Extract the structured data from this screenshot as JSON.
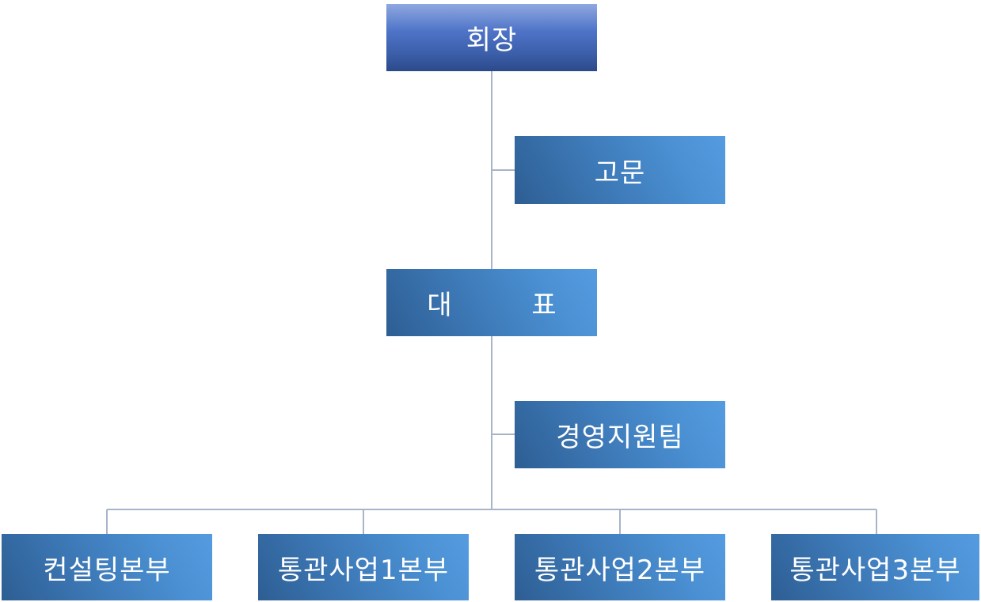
{
  "org_chart": {
    "chairman": "회장",
    "advisor": "고문",
    "ceo": "대 표",
    "support_team": "경영지원팀",
    "divisions": [
      "컨설팅본부",
      "통관사업1본부",
      "통관사업2본부",
      "통관사업3본부"
    ]
  },
  "colors": {
    "connector": "#a7b4c9",
    "top_box_dark": "#2c4a8a",
    "box_light": "#559be0"
  }
}
